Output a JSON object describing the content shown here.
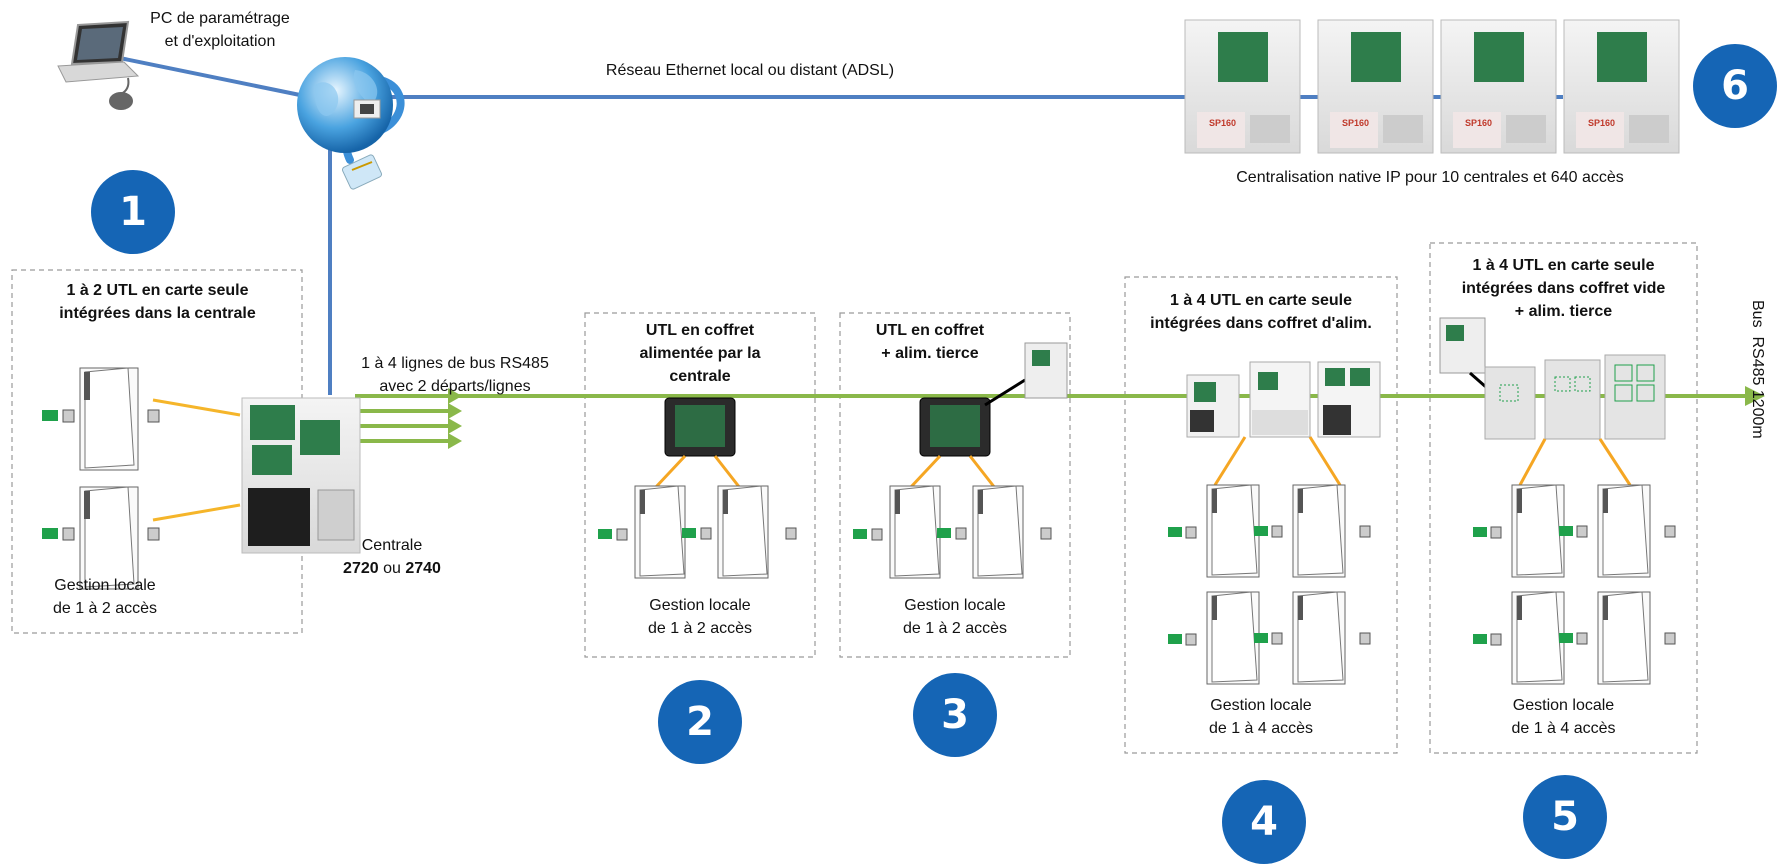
{
  "network": {
    "pc_label_1": "PC de paramétrage",
    "pc_label_2": "et d'exploitation",
    "ethernet_label": "Réseau Ethernet local ou distant (ADSL)",
    "ip_caption": "Centralisation native IP pour 10 centrales et 640 accès"
  },
  "bus": {
    "lines_1": "1 à 4 lignes de bus RS485",
    "lines_2": "avec 2 départs/lignes",
    "end_label": "Bus  RS485 1200m",
    "color": "#8ab84a"
  },
  "centrale": {
    "title": "Centrale",
    "model_a": "2720",
    "or_word": "ou",
    "model_b": "2740"
  },
  "markers": {
    "m1": "1",
    "m2": "2",
    "m3": "3",
    "m4": "4",
    "m5": "5",
    "m6": "6",
    "color": "#1565b5"
  },
  "box1": {
    "title_1": "1 à 2 UTL en carte seule",
    "title_2": "intégrées dans la centrale",
    "footer_1": "Gestion locale",
    "footer_2": "de 1 à 2 accès"
  },
  "box2": {
    "title_1": "UTL en coffret",
    "title_2": "alimentée par la",
    "title_3": "centrale",
    "footer_1": "Gestion locale",
    "footer_2": "de 1 à 2 accès"
  },
  "box3": {
    "title_1": "UTL en coffret",
    "title_2": "+ alim. tierce",
    "footer_1": "Gestion locale",
    "footer_2": "de 1 à 2 accès"
  },
  "box4": {
    "title_1": "1 à 4 UTL en carte seule",
    "title_2": "intégrées dans coffret d'alim.",
    "footer_1": "Gestion locale",
    "footer_2": "de 1 à 4 accès"
  },
  "box5": {
    "title_1": "1 à 4 UTL en carte seule",
    "title_2": "intégrées dans coffret vide",
    "title_3": "+ alim. tierce",
    "footer_1": "Gestion locale",
    "footer_2": "de 1 à 4 accès"
  },
  "battery_label": "SP160",
  "colors": {
    "network_cable": "#4f7fc2",
    "door_link": "#f5b52a",
    "reader_green": "#1fa14b"
  }
}
